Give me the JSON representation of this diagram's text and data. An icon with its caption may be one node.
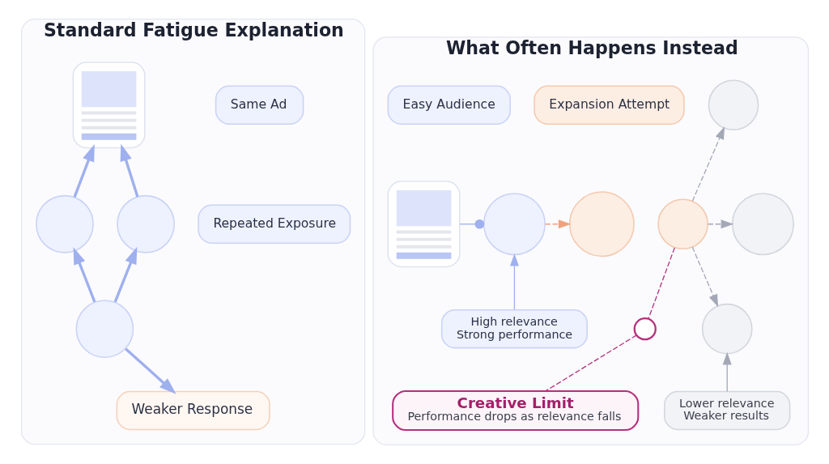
{
  "diagram": {
    "nodes": [
      {
        "text": [
          "Standard Fatigue Explanation"
        ]
      },
      {
        "text": [
          "Same Ad"
        ],
        "in": 0
      },
      {
        "text": [],
        "shape": "picture",
        "in": 0
      },
      {
        "text": [],
        "shape": "circle",
        "in": 0
      },
      {
        "text": [],
        "shape": "circle",
        "in": 0
      },
      {
        "text": [
          "Repeated Exposure"
        ],
        "in": 0
      },
      {
        "text": [],
        "shape": "circle",
        "in": 0
      },
      {
        "text": [
          "Weaker Response"
        ],
        "in": 0
      },
      {
        "text": [
          "What Often Happens Instead"
        ]
      },
      {
        "text": [],
        "shape": "picture",
        "in": 8
      },
      {
        "text": [
          "Easy Audience"
        ],
        "in": 8
      },
      {
        "text": [],
        "shape": "circle",
        "in": 8
      },
      {
        "text": [
          "Expansion Attempt"
        ],
        "in": 8
      },
      {
        "text": [],
        "shape": "circle",
        "in": 8
      },
      {
        "text": [],
        "shape": "circle",
        "in": 8
      },
      {
        "text": [
          "High relevance",
          "Strong performance"
        ],
        "in": 8
      },
      {
        "text": [],
        "shape": "circle",
        "in": 8
      },
      {
        "text": [],
        "shape": "circle",
        "in": 8
      },
      {
        "text": [],
        "shape": "circle",
        "in": 8
      },
      {
        "text": [],
        "shape": "circle",
        "in": 8
      },
      {
        "text": [
          "Lower relevance",
          "Weaker results"
        ],
        "in": 8
      },
      {
        "text": [
          "Creative Limit",
          "Performance drops as relevance falls"
        ],
        "in": 8
      }
    ],
    "edges": [
      {
        "from": 3,
        "to": 2,
        "arrow": "to",
        "style": "thick"
      },
      {
        "from": 4,
        "to": 2,
        "arrow": "to",
        "style": "thick"
      },
      {
        "from": 6,
        "to": 3,
        "arrow": "to",
        "style": "thick"
      },
      {
        "from": 6,
        "to": 4,
        "arrow": "to",
        "style": "thick"
      },
      {
        "from": 6,
        "to": 7,
        "arrow": "to",
        "style": "thick"
      },
      {
        "from": 9,
        "to": 11,
        "arrow": "other"
      },
      {
        "from": 15,
        "to": 11,
        "arrow": "to"
      },
      {
        "from": 11,
        "to": 13,
        "arrow": "to",
        "style": "dashed",
        "color": "#f0a27c"
      },
      {
        "from": 14,
        "to": 17,
        "arrow": "to",
        "style": "dashed",
        "color": "#a4a8b6"
      },
      {
        "from": 14,
        "to": 18,
        "arrow": "to",
        "style": "dashed",
        "color": "#a4a8b6"
      },
      {
        "from": 14,
        "to": 19,
        "arrow": "to",
        "style": "dashed",
        "color": "#a4a8b6"
      },
      {
        "from": 20,
        "to": 19,
        "arrow": "to",
        "color": "#a4a8b6"
      },
      {
        "from": 14,
        "to": 16,
        "arrow": "none",
        "style": "dashed",
        "color": "#b5307c"
      },
      {
        "from": 16,
        "to": 21,
        "arrow": "none",
        "style": "dashed",
        "color": "#b5307c"
      }
    ]
  }
}
